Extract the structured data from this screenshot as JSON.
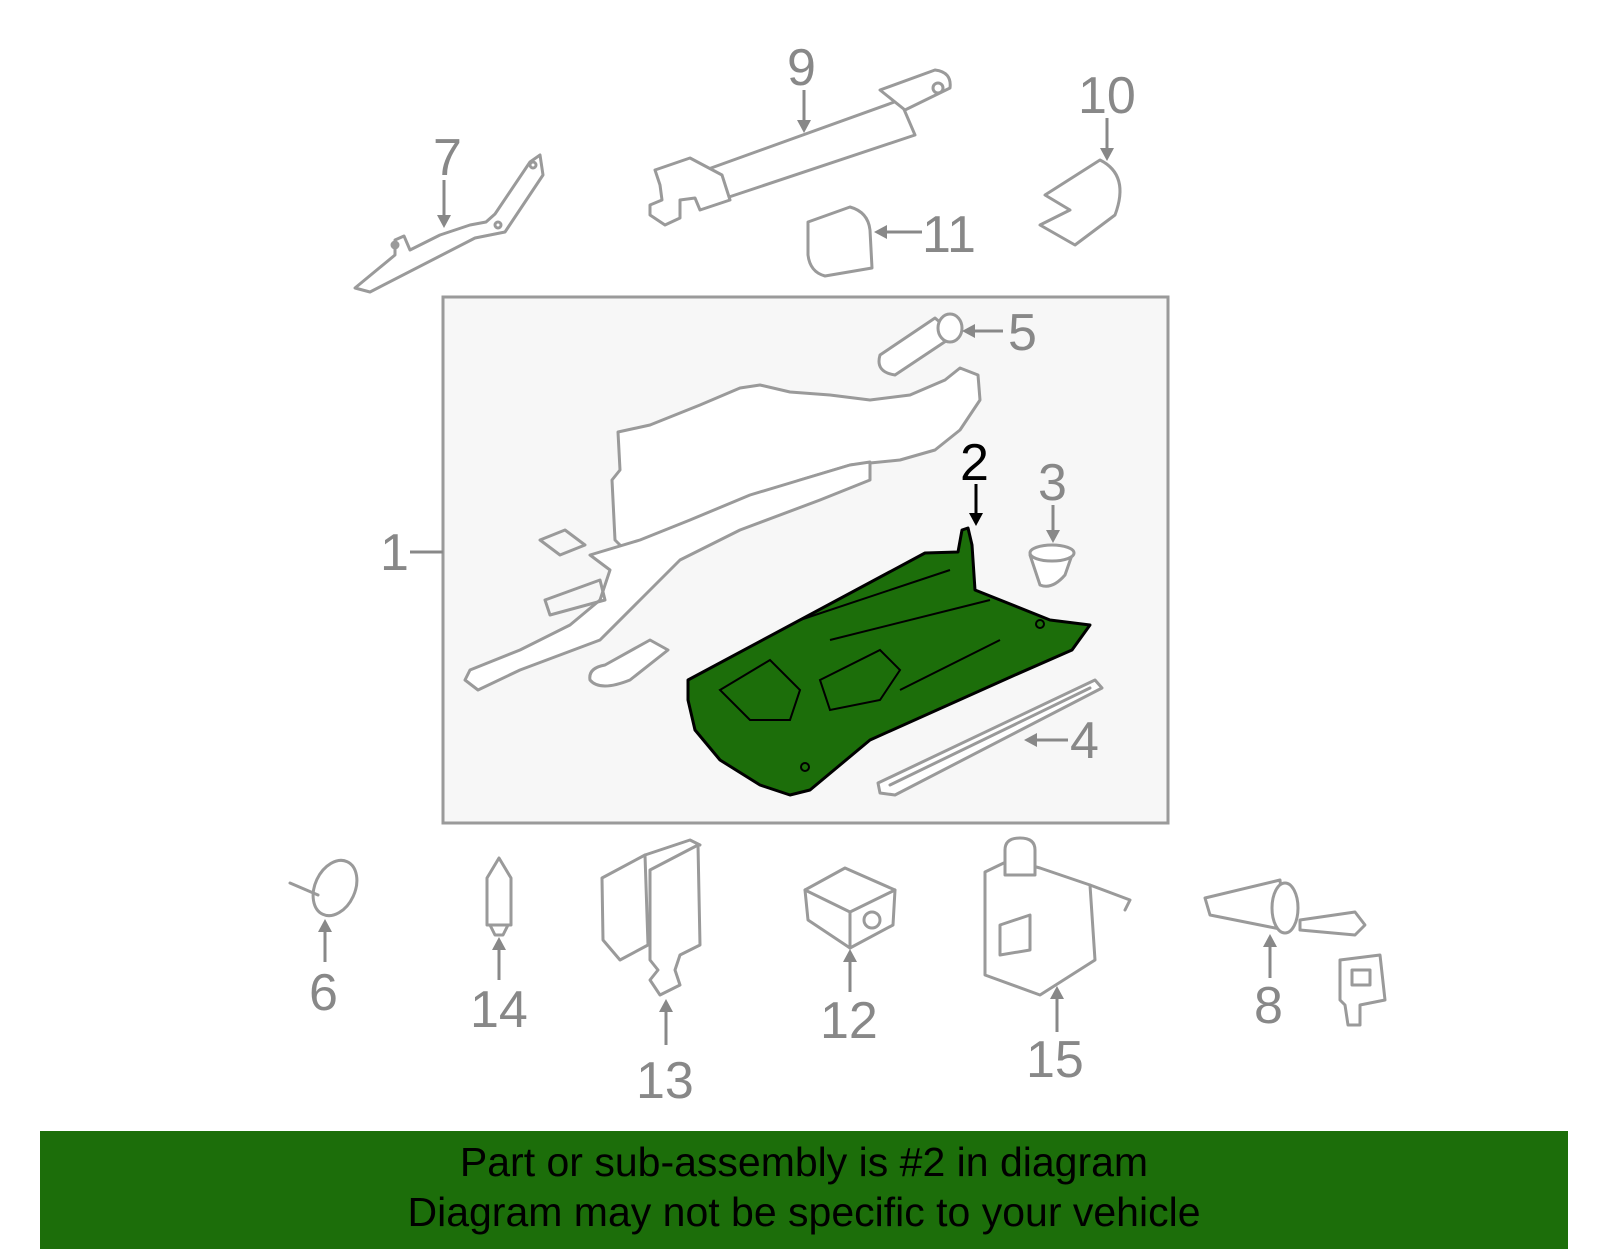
{
  "diagram": {
    "callouts": [
      {
        "id": "1",
        "label": "1"
      },
      {
        "id": "2",
        "label": "2",
        "highlighted": true
      },
      {
        "id": "3",
        "label": "3"
      },
      {
        "id": "4",
        "label": "4"
      },
      {
        "id": "5",
        "label": "5"
      },
      {
        "id": "6",
        "label": "6"
      },
      {
        "id": "7",
        "label": "7"
      },
      {
        "id": "8",
        "label": "8"
      },
      {
        "id": "9",
        "label": "9"
      },
      {
        "id": "10",
        "label": "10"
      },
      {
        "id": "11",
        "label": "11"
      },
      {
        "id": "12",
        "label": "12"
      },
      {
        "id": "13",
        "label": "13"
      },
      {
        "id": "14",
        "label": "14"
      },
      {
        "id": "15",
        "label": "15"
      }
    ],
    "highlight_color": "#1c6e0a",
    "line_color": "#9a9a9a"
  },
  "banner": {
    "line1": "Part or sub-assembly is #2 in diagram",
    "line2": "Diagram may not be specific to your vehicle",
    "background": "#1c6e0a"
  }
}
